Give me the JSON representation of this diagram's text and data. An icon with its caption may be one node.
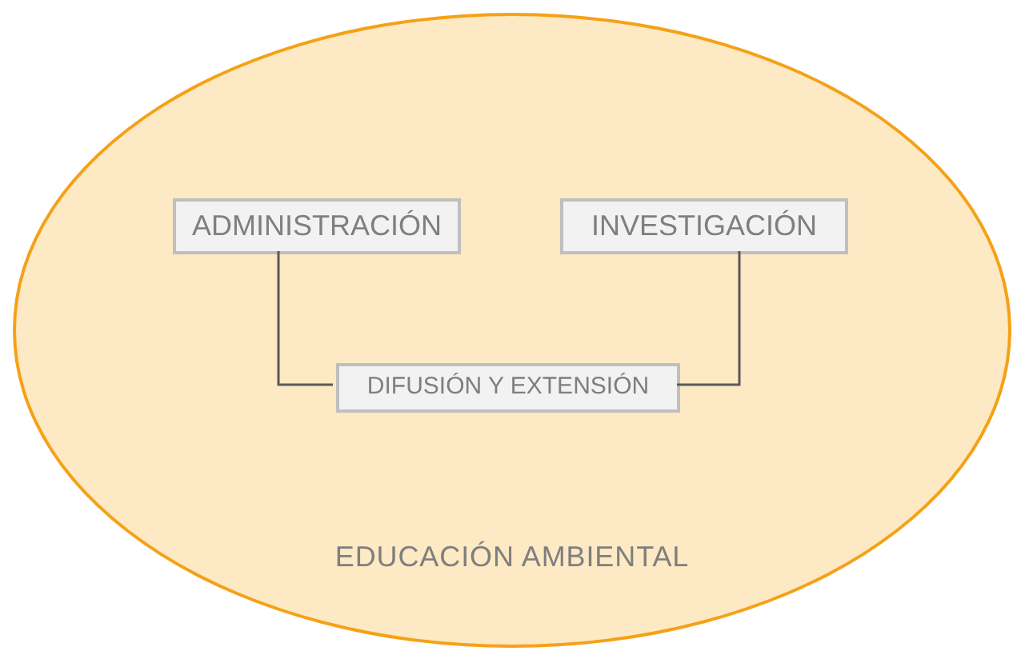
{
  "diagram": {
    "nodes": [
      {
        "text": [
          "EDUCACIÓN AMBIENTAL"
        ]
      },
      {
        "text": [
          "ADMINISTRACIÓN"
        ],
        "in": 0
      },
      {
        "text": [
          "INVESTIGACIÓN"
        ],
        "in": 0
      },
      {
        "text": [
          "DIFUSIÓN Y EXTENSIÓN"
        ],
        "in": 0
      }
    ],
    "edges": [
      {
        "from": 1,
        "to": 3,
        "arrow": "none"
      },
      {
        "from": 2,
        "to": 3,
        "arrow": "none"
      }
    ]
  }
}
